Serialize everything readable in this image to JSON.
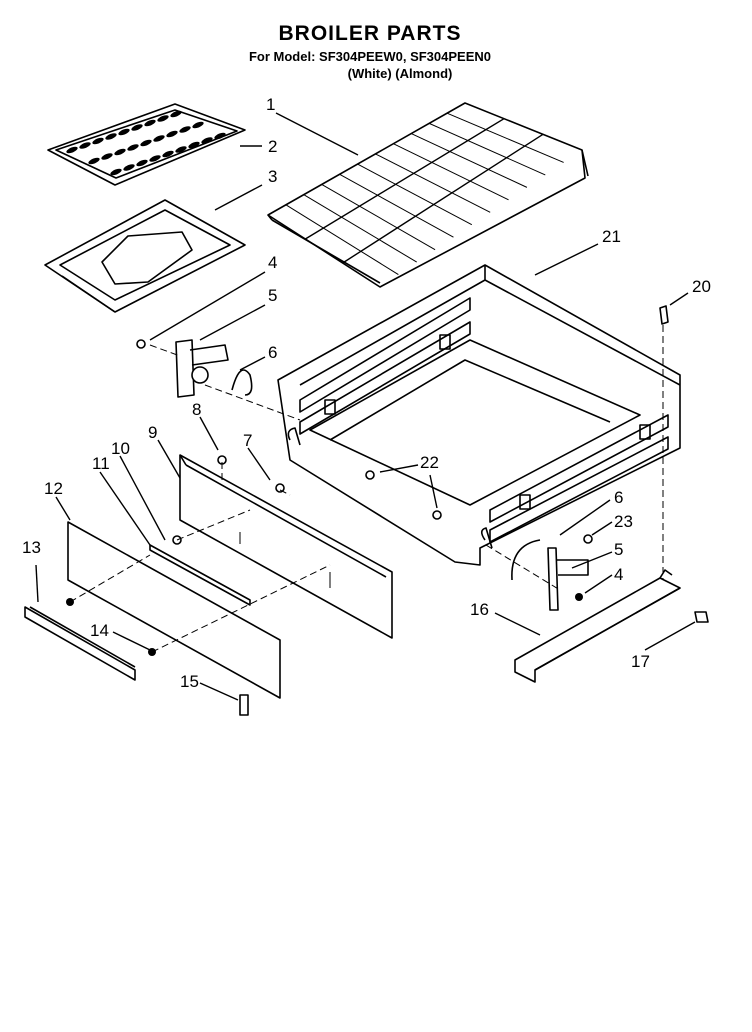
{
  "header": {
    "title": "BROILER PARTS",
    "model_line": "For Model: SF304PEEW0, SF304PEEN0",
    "color_line": "(White)   (Almond)"
  },
  "callouts": {
    "c1": "1",
    "c2": "2",
    "c3": "3",
    "c4": "4",
    "c5": "5",
    "c6": "6",
    "c7": "7",
    "c8": "8",
    "c9": "9",
    "c10": "10",
    "c11": "11",
    "c12": "12",
    "c13": "13",
    "c14": "14",
    "c15": "15",
    "c16": "16",
    "c17": "17",
    "c20": "20",
    "c21": "21",
    "c22": "22",
    "c23": "23",
    "c4b": "4",
    "c5b": "5",
    "c6b": "6"
  }
}
